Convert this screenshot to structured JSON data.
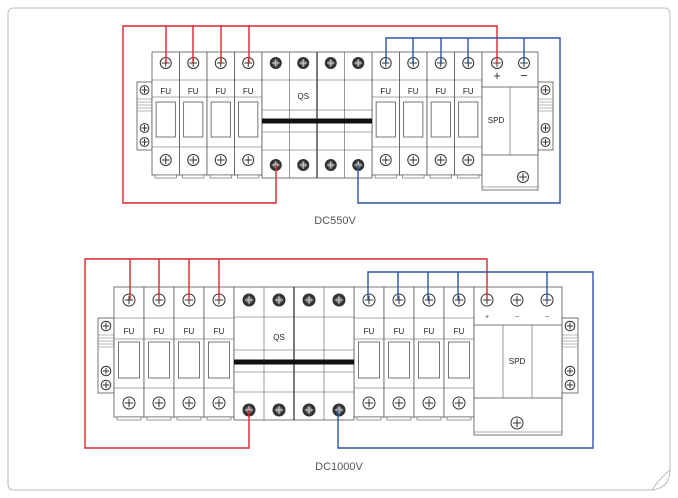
{
  "colors": {
    "positive_wire": "#d9252f",
    "negative_wire": "#2a55a8",
    "outline": "#555555",
    "frame": "#bbbbbb"
  },
  "diagrams": [
    {
      "caption": "DC550V",
      "fuse_label": "FU",
      "switch_label": "QS",
      "spd_label": "SPD",
      "spd_terminal_marks": [
        "+",
        "−"
      ]
    },
    {
      "caption": "DC1000V",
      "fuse_label": "FU",
      "switch_label": "QS",
      "spd_label": "SPD",
      "spd_terminal_marks": [
        "+",
        "−",
        "−"
      ]
    }
  ]
}
